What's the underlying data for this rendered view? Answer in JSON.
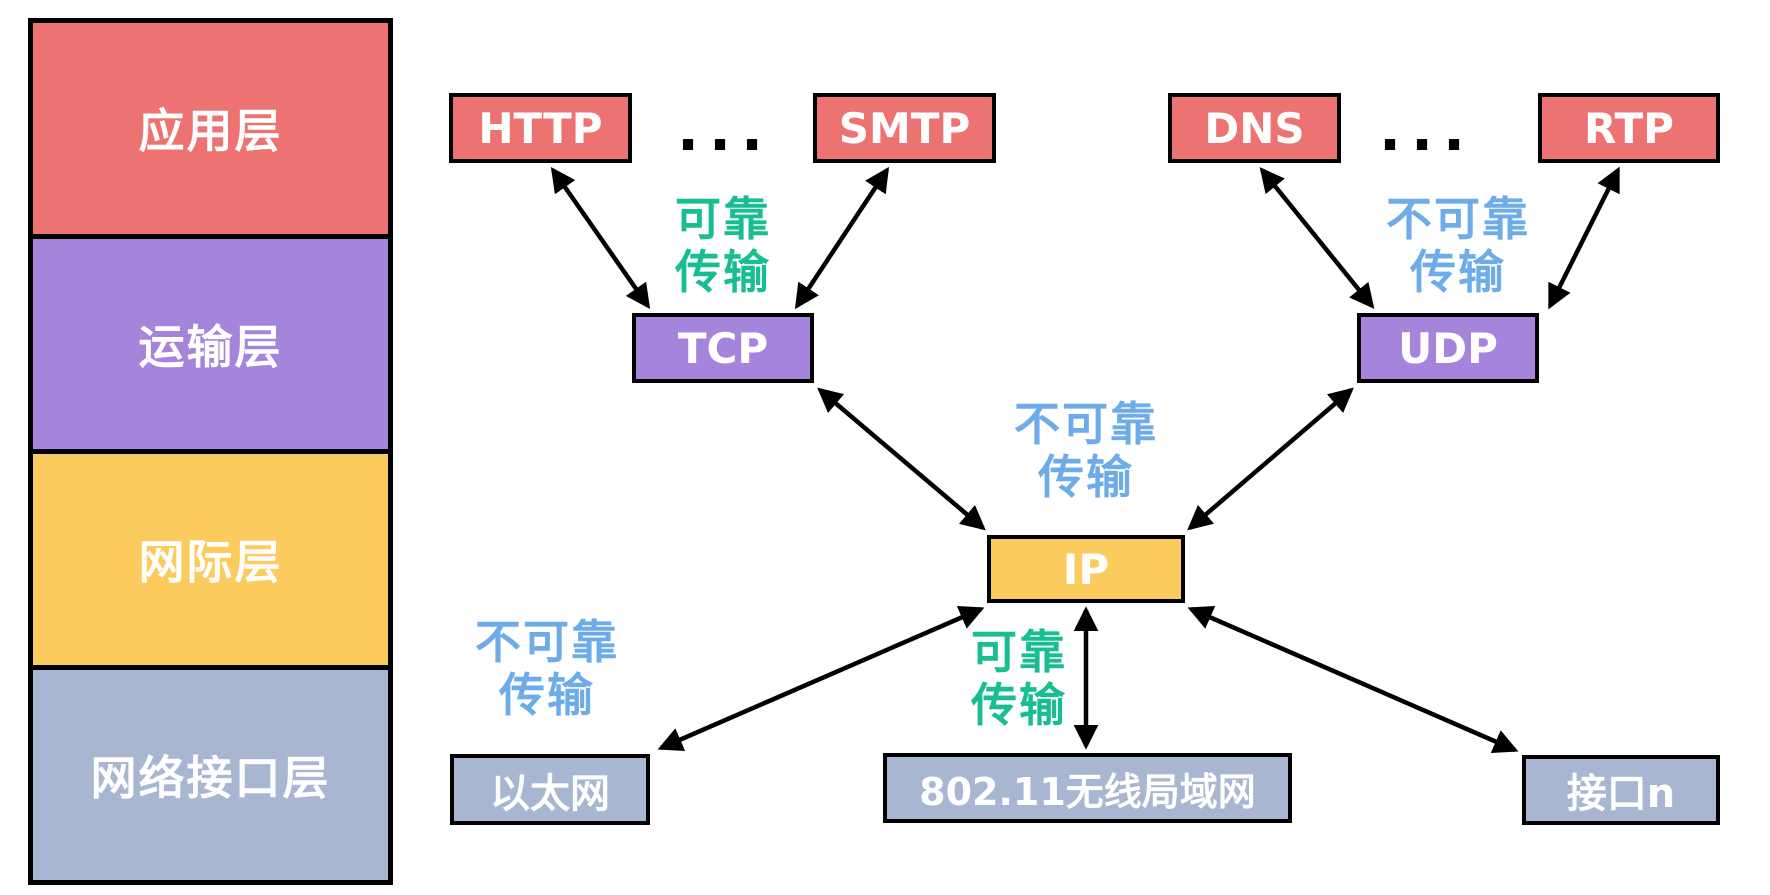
{
  "colors": {
    "app_layer": "#ED7373",
    "transport_layer": "#A585DC",
    "internet_layer": "#FCCB5E",
    "network_interface_layer": "#A8B6D2",
    "reliable_text": "#18BE91",
    "unreliable_text": "#6EACE9",
    "box_border": "#000000",
    "arrow": "#000000",
    "box_text": "#FFFFFF",
    "background": "#FFFFFF"
  },
  "stack": {
    "layers": [
      {
        "label": "应用层"
      },
      {
        "label": "运输层"
      },
      {
        "label": "网际层"
      },
      {
        "label": "网络接口层"
      }
    ]
  },
  "protocols": {
    "http": "HTTP",
    "smtp": "SMTP",
    "dns": "DNS",
    "rtp": "RTP",
    "tcp": "TCP",
    "udp": "UDP",
    "ip": "IP",
    "ethernet": "以太网",
    "wlan": "802.11无线局域网",
    "interface_n": "接口n"
  },
  "ellipsis": "...",
  "edge_labels": {
    "tcp_reliable": "可靠\n传输",
    "udp_unreliable": "不可靠\n传输",
    "ip_unreliable": "不可靠\n传输",
    "ethernet_unreliable": "不可靠\n传输",
    "wlan_reliable": "可靠\n传输"
  }
}
